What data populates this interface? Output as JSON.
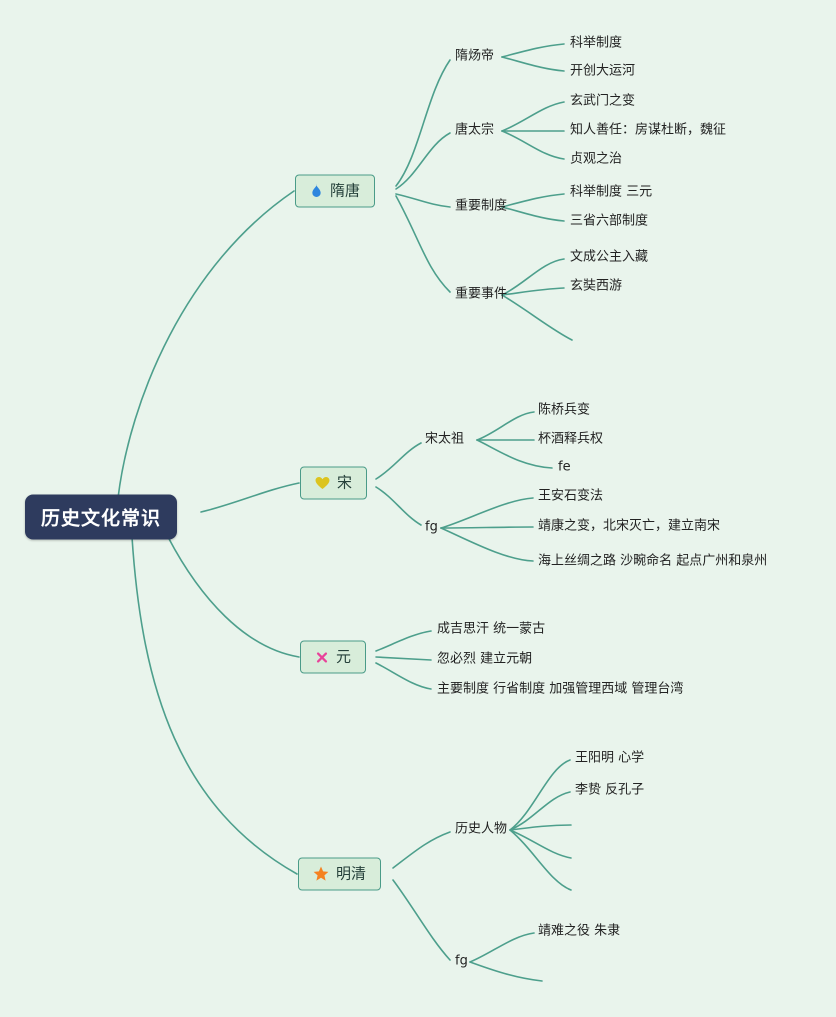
{
  "canvas": {
    "background_color": "#e9f4ec",
    "line_color": "#4d9f8c"
  },
  "root": {
    "label": "历史文化常识",
    "bg_color": "#2e3b5e",
    "text_color": "#ffffff"
  },
  "branches": [
    {
      "label": "隋唐",
      "icon": "flame-icon",
      "icon_color": "#2e86de",
      "children": [
        {
          "label": "隋炀帝",
          "children": [
            {
              "label": "科举制度"
            },
            {
              "label": "开创大运河"
            }
          ]
        },
        {
          "label": "唐太宗",
          "children": [
            {
              "label": "玄武门之变"
            },
            {
              "label": "知人善任：房谋杜断，魏征"
            },
            {
              "label": "贞观之治"
            }
          ]
        },
        {
          "label": "重要制度",
          "children": [
            {
              "label": "科举制度 三元"
            },
            {
              "label": "三省六部制度"
            }
          ]
        },
        {
          "label": "重要事件",
          "children": [
            {
              "label": "文成公主入藏"
            },
            {
              "label": "玄奘西游"
            },
            {
              "label": ""
            }
          ]
        }
      ]
    },
    {
      "label": "宋",
      "icon": "heart-icon",
      "icon_color": "#dcc41e",
      "children": [
        {
          "label": "宋太祖",
          "children": [
            {
              "label": "陈桥兵变"
            },
            {
              "label": "杯酒释兵权"
            },
            {
              "label": "fe"
            }
          ]
        },
        {
          "label": "fg",
          "children": [
            {
              "label": "王安石变法"
            },
            {
              "label": "靖康之变，北宋灭亡，建立南宋"
            },
            {
              "label": "海上丝绸之路 沙畹命名 起点广州和泉州"
            }
          ]
        }
      ]
    },
    {
      "label": "元",
      "icon": "crossed-sticks-icon",
      "icon_color": "#e8439a",
      "children": [
        {
          "label": "成吉思汗 统一蒙古",
          "children": []
        },
        {
          "label": "忽必烈 建立元朝",
          "children": []
        },
        {
          "label": "主要制度 行省制度 加强管理西域 管理台湾",
          "children": []
        }
      ]
    },
    {
      "label": "明清",
      "icon": "star-icon",
      "icon_color": "#f58220",
      "children": [
        {
          "label": "历史人物",
          "children": [
            {
              "label": "王阳明 心学"
            },
            {
              "label": "李贽 反孔子"
            },
            {
              "label": ""
            },
            {
              "label": ""
            },
            {
              "label": ""
            }
          ]
        },
        {
          "label": "fg",
          "children": [
            {
              "label": "靖难之役 朱隶"
            },
            {
              "label": ""
            }
          ]
        }
      ]
    }
  ]
}
